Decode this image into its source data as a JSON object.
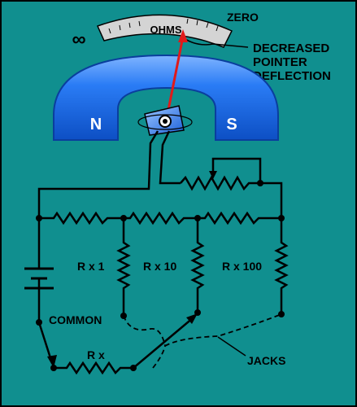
{
  "scale": {
    "label": "OHMS",
    "infinity_symbol": "∞",
    "zero_label": "ZERO"
  },
  "callout": {
    "line1": "DECREASED",
    "line2": "POINTER",
    "line3": "DEFLECTION"
  },
  "magnet": {
    "north_label": "N",
    "south_label": "S"
  },
  "ranges": {
    "rx1": "R x 1",
    "rx10": "R x 10",
    "rx100": "R x 100"
  },
  "labels": {
    "common": "COMMON",
    "rx": "R x",
    "jacks": "JACKS"
  },
  "colors": {
    "background": "#108f8f",
    "magnet": "#1b6df0",
    "magnet_highlight": "#7fb4ff",
    "pointer": "#e01a1a",
    "scale_face": "#d4d4d4",
    "pole_label": "#ffffff"
  }
}
